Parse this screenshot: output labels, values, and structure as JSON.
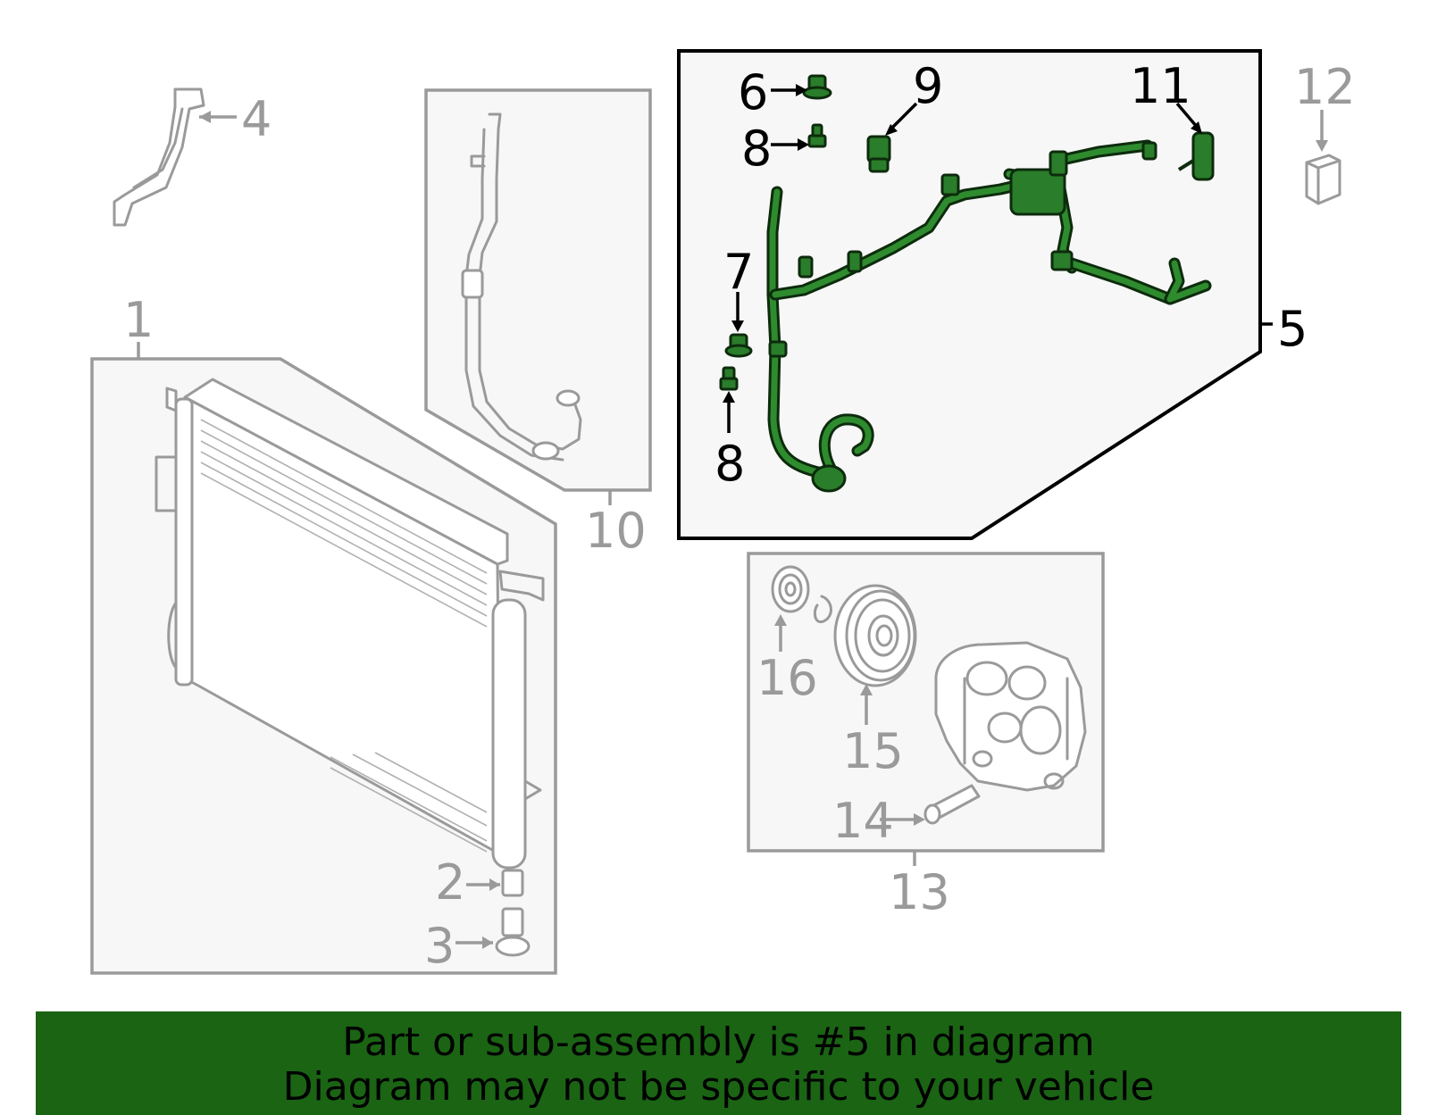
{
  "callouts": {
    "c1": "1",
    "c2": "2",
    "c3": "3",
    "c4": "4",
    "c5": "5",
    "c6": "6",
    "c7": "7",
    "c8a": "8",
    "c8b": "8",
    "c9": "9",
    "c10": "10",
    "c11": "11",
    "c12": "12",
    "c13": "13",
    "c14": "14",
    "c15": "15",
    "c16": "16"
  },
  "banner": {
    "line1": "Part or sub-assembly is #5 in diagram",
    "line2": "Diagram may not be specific to your vehicle"
  },
  "colors": {
    "banner_bg": "#1a6414",
    "highlight_part": "#2a7d2a",
    "dim_line": "#9a9a9a",
    "highlight_line": "#000000"
  },
  "icons": [
    "condenser",
    "drier",
    "plug",
    "bracket",
    "hose-assembly",
    "o-ring",
    "cap",
    "valve-core",
    "discharge-hose",
    "charge-valve",
    "sensor",
    "compressor",
    "relief-valve",
    "pulley",
    "clutch-plate"
  ]
}
